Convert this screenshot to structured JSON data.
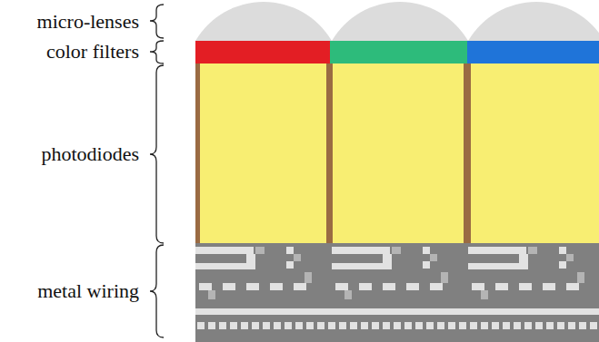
{
  "diagram": {
    "labels": [
      "micro-lenses",
      "color filters",
      "photodiodes",
      "metal wiring"
    ]
  }
}
